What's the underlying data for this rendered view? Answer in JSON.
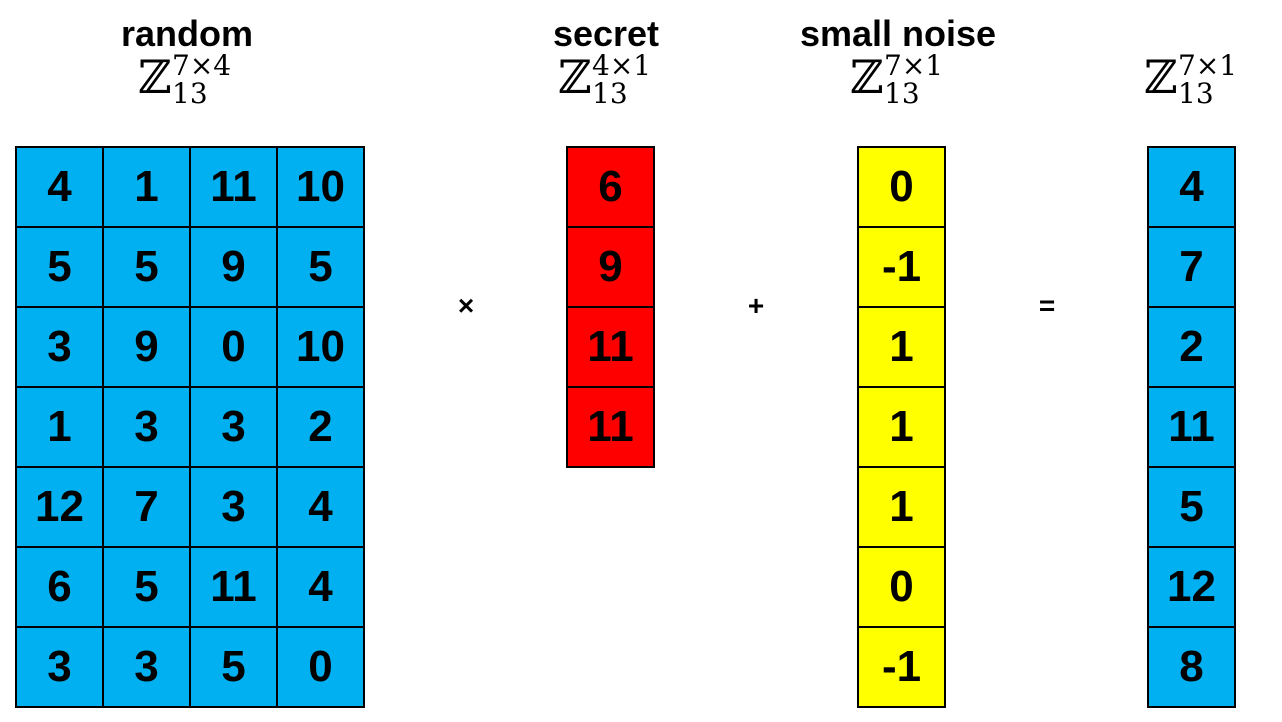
{
  "colors": {
    "random": "#00b0f0",
    "secret": "#ff0000",
    "noise": "#ffff00",
    "result": "#00b0f0"
  },
  "random": {
    "label": "random",
    "space": {
      "base": "ℤ",
      "sup": "7×4",
      "sub": "13"
    },
    "cols": 4,
    "values": [
      [
        "4",
        "1",
        "11",
        "10"
      ],
      [
        "5",
        "5",
        "9",
        "5"
      ],
      [
        "3",
        "9",
        "0",
        "10"
      ],
      [
        "1",
        "3",
        "3",
        "2"
      ],
      [
        "12",
        "7",
        "3",
        "4"
      ],
      [
        "6",
        "5",
        "11",
        "4"
      ],
      [
        "3",
        "3",
        "5",
        "0"
      ]
    ]
  },
  "secret": {
    "label": "secret",
    "space": {
      "base": "ℤ",
      "sup": "4×1",
      "sub": "13"
    },
    "cols": 1,
    "values": [
      [
        "6"
      ],
      [
        "9"
      ],
      [
        "11"
      ],
      [
        "11"
      ]
    ]
  },
  "noise": {
    "label": "small noise",
    "space": {
      "base": "ℤ",
      "sup": "7×1",
      "sub": "13"
    },
    "cols": 1,
    "values": [
      [
        "0"
      ],
      [
        "-1"
      ],
      [
        "1"
      ],
      [
        "1"
      ],
      [
        "1"
      ],
      [
        "0"
      ],
      [
        "-1"
      ]
    ]
  },
  "result": {
    "label": "",
    "space": {
      "base": "ℤ",
      "sup": "7×1",
      "sub": "13"
    },
    "cols": 1,
    "values": [
      [
        "4"
      ],
      [
        "7"
      ],
      [
        "2"
      ],
      [
        "11"
      ],
      [
        "5"
      ],
      [
        "12"
      ],
      [
        "8"
      ]
    ]
  },
  "operators": {
    "times": "×",
    "plus": "+",
    "equals": "="
  }
}
